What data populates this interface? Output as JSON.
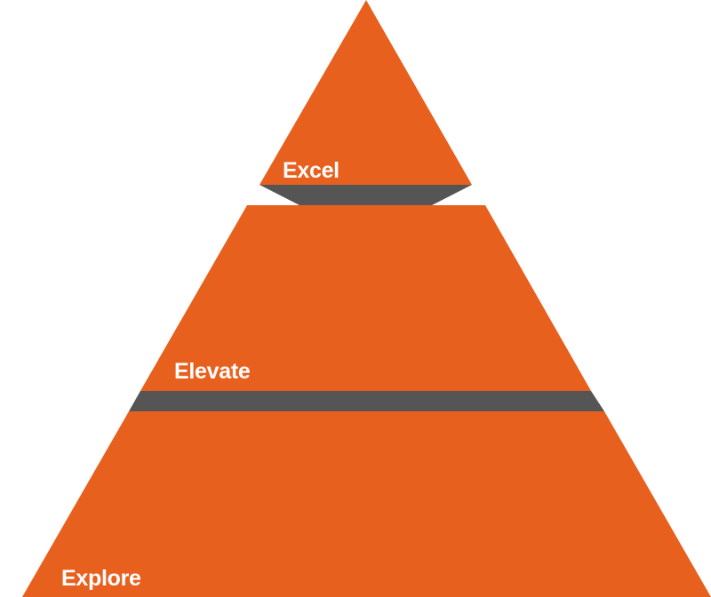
{
  "diagram": {
    "type": "pyramid",
    "colors": {
      "tier_fill": "#E8601D",
      "separator_fill": "#555555",
      "label_text": "#FFFFFF",
      "background": "#FFFFFF"
    },
    "tiers": [
      {
        "label": "Excel"
      },
      {
        "label": "Elevate"
      },
      {
        "label": "Explore"
      }
    ]
  }
}
